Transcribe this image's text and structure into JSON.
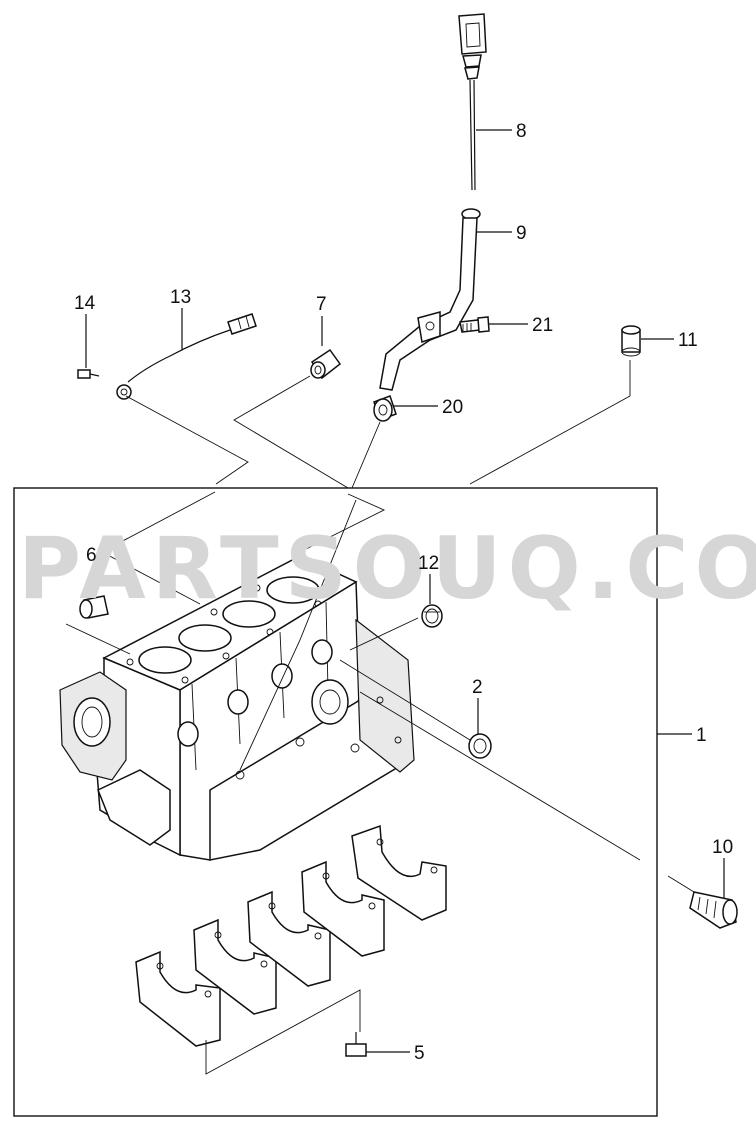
{
  "watermark": "PARTSOUQ.COM",
  "callouts": {
    "c1": "1",
    "c2": "2",
    "c5": "5",
    "c6": "6",
    "c7": "7",
    "c8": "8",
    "c9": "9",
    "c10": "10",
    "c11": "11",
    "c12": "12",
    "c13": "13",
    "c14": "14",
    "c20": "20",
    "c21": "21"
  }
}
